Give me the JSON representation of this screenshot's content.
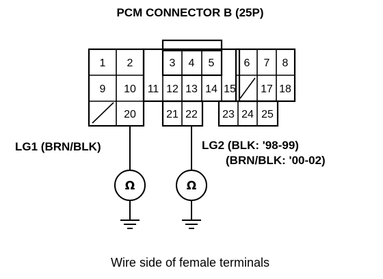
{
  "title": "PCM CONNECTOR B (25P)",
  "pins": [
    "1",
    "2",
    "3",
    "4",
    "5",
    "6",
    "7",
    "8",
    "9",
    "10",
    "11",
    "12",
    "13",
    "14",
    "15",
    "17",
    "18",
    "20",
    "21",
    "22",
    "23",
    "24",
    "25"
  ],
  "wires": {
    "lg1": "LG1 (BRN/BLK)",
    "lg2_line1": "LG2 (BLK: '98-99)",
    "lg2_line2": "(BRN/BLK: '00-02)"
  },
  "ground_symbol": "Ω",
  "caption": "Wire side of female terminals"
}
